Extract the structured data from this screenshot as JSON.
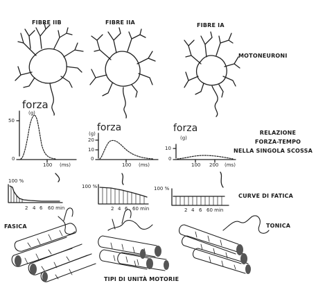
{
  "fiber_labels": [
    "FIBRE IIB",
    "FIBRE IIA",
    "FIBRE IA"
  ],
  "right_labels": {
    "motoneurons": "MOTONEURONI",
    "force_time": [
      "RELAZIONE",
      "FORZA-TEMPO",
      "NELLA SINGOLA SCOSSA"
    ],
    "fatigue": "CURVE DI FATICA"
  },
  "unit_labels": {
    "phasic": "FASICA",
    "tonic": "TONICA"
  },
  "caption": "TIPI DI UNITÀ MOTORIE",
  "force_graphs": [
    {
      "title": "forza",
      "unit": "(g)",
      "y_ticks": [
        "50",
        "0"
      ],
      "x_ticks": [
        "100",
        "(ms)"
      ]
    },
    {
      "title": "forza",
      "unit": "(g)",
      "y_ticks": [
        "20",
        "10",
        "0"
      ],
      "x_ticks": [
        "100",
        "(ms)"
      ]
    },
    {
      "title": "forza",
      "unit": "(g)",
      "y_ticks": [
        "10",
        "0"
      ],
      "x_ticks": [
        "100",
        "200",
        "(ms)"
      ]
    }
  ],
  "fatigue_graphs": [
    {
      "y_label": "100 %",
      "x_ticks": [
        "2",
        "4",
        "6",
        "60 min"
      ]
    },
    {
      "y_label": "100 %",
      "x_ticks": [
        "2",
        "4",
        "6",
        "60 min"
      ]
    },
    {
      "y_label": "100 %",
      "x_ticks": [
        "2",
        "4",
        "6",
        "60 min"
      ]
    }
  ]
}
